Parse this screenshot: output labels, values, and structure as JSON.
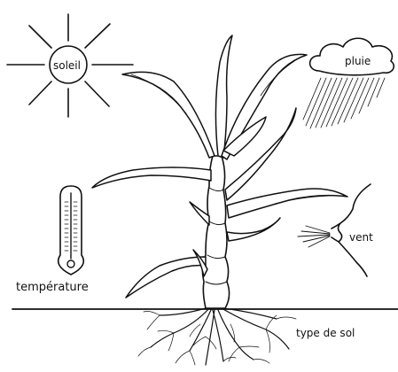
{
  "labels": {
    "sun": "soleil",
    "rain": "pluie",
    "temperature": "température",
    "wind": "vent",
    "soil": "type de sol"
  },
  "colors": {
    "ink": "#111111",
    "background": "#ffffff"
  }
}
